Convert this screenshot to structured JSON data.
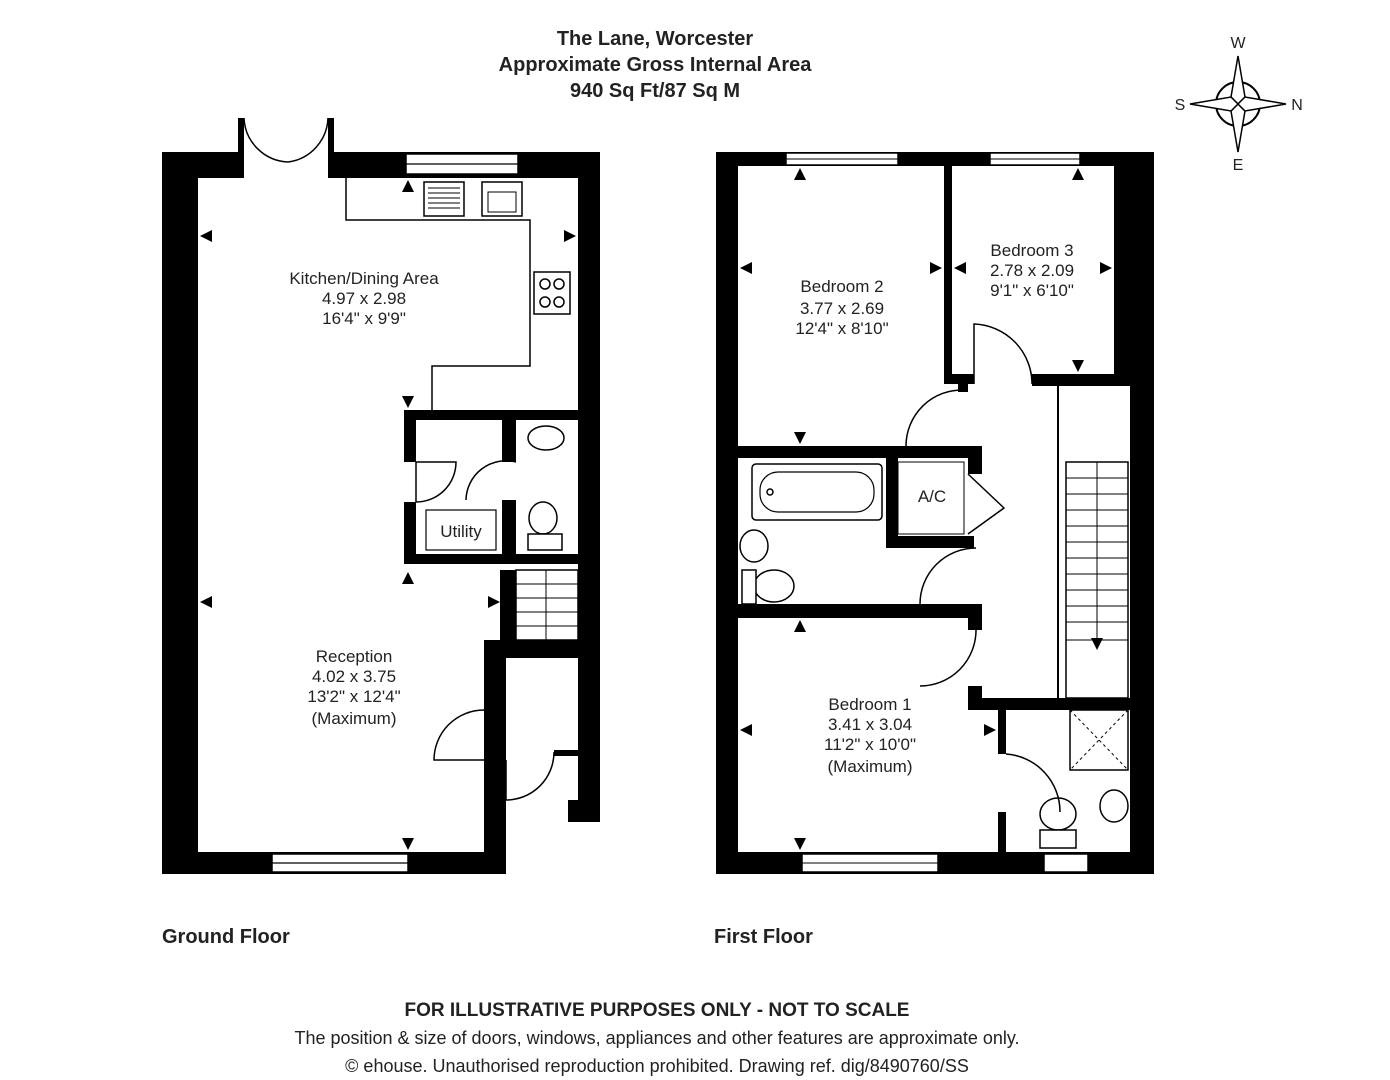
{
  "header": {
    "title": "The Lane, Worcester",
    "subtitle": "Approximate Gross Internal Area",
    "area": "940 Sq Ft/87 Sq M"
  },
  "compass": {
    "north": "N",
    "south": "S",
    "east": "E",
    "west": "W"
  },
  "ground_floor": {
    "label": "Ground Floor",
    "kitchen": {
      "name": "Kitchen/Dining Area",
      "metric": "4.97 x 2.98",
      "imperial": "16'4\" x 9'9\""
    },
    "utility": {
      "name": "Utility"
    },
    "reception": {
      "name": "Reception",
      "metric": "4.02 x 3.75",
      "imperial": "13'2\" x 12'4\"",
      "note": "(Maximum)"
    }
  },
  "first_floor": {
    "label": "First Floor",
    "bedroom2": {
      "name": "Bedroom 2",
      "metric": "3.77 x 2.69",
      "imperial": "12'4\" x 8'10\""
    },
    "bedroom3": {
      "name": "Bedroom 3",
      "metric": "2.78 x 2.09",
      "imperial": "9'1\" x 6'10\""
    },
    "airing_cupboard": {
      "name": "A/C"
    },
    "bedroom1": {
      "name": "Bedroom 1",
      "metric": "3.41 x 3.04",
      "imperial": "11'2\" x 10'0\"",
      "note": "(Maximum)"
    }
  },
  "footer": {
    "disclaimer": "FOR ILLUSTRATIVE PURPOSES ONLY - NOT TO SCALE",
    "note": "The position & size of doors, windows, appliances and other features are approximate only.",
    "copyright": "© ehouse. Unauthorised reproduction prohibited. Drawing ref. dig/8490760/SS"
  }
}
